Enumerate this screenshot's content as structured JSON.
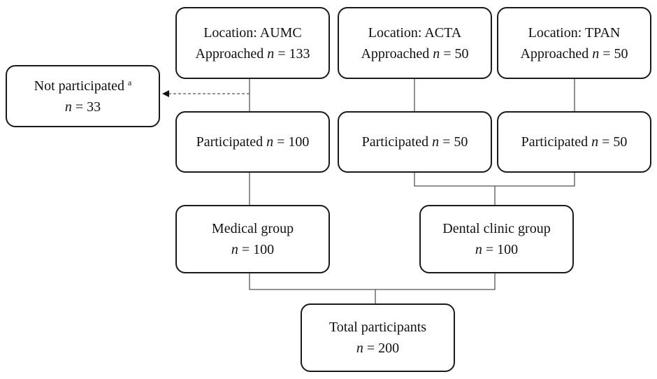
{
  "nodes": {
    "aumc": {
      "line1": "Location: AUMC",
      "line2_prefix": "Approached ",
      "n_symbol": "n",
      "line2_value": " = 133"
    },
    "acta": {
      "line1": "Location: ACTA",
      "line2_prefix": "Approached ",
      "n_symbol": "n",
      "line2_value": " = 50"
    },
    "tpan": {
      "line1": "Location: TPAN",
      "line2_prefix": "Approached ",
      "n_symbol": "n",
      "line2_value": " = 50"
    },
    "not_participated": {
      "line1": "Not participated",
      "superscript": "a",
      "n_symbol": "n",
      "line2_value": " = 33"
    },
    "participated_aumc": {
      "prefix": "Participated ",
      "n_symbol": "n",
      "value": " = 100"
    },
    "participated_acta": {
      "prefix": "Participated ",
      "n_symbol": "n",
      "value": " = 50"
    },
    "participated_tpan": {
      "prefix": "Participated ",
      "n_symbol": "n",
      "value": " = 50"
    },
    "medical_group": {
      "line1": "Medical group",
      "n_symbol": "n",
      "line2_value": " = 100"
    },
    "dental_group": {
      "line1": "Dental clinic group",
      "n_symbol": "n",
      "line2_value": " = 100"
    },
    "total": {
      "line1": "Total participants",
      "n_symbol": "n",
      "line2_value": " = 200"
    }
  },
  "colors": {
    "stroke": "#1a1a1a",
    "connector": "#555555",
    "text": "#111111"
  }
}
